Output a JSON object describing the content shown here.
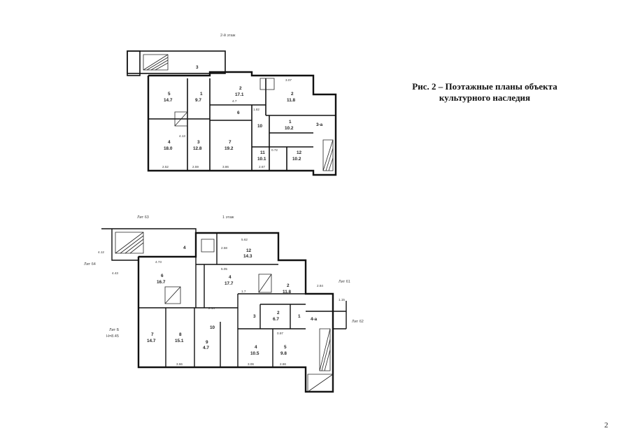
{
  "caption": {
    "line1": "Рис. 2 – Поэтажные планы объекта",
    "line2": "культурного наследия"
  },
  "page_number": "2",
  "plan_upper": {
    "floor_title": "2-й этаж",
    "rooms": [
      {
        "id": "room-3-label",
        "text": "3"
      },
      {
        "id": "room-5-num",
        "text": "5"
      },
      {
        "id": "room-5-area",
        "text": "14.7"
      },
      {
        "id": "room-1-num",
        "text": "1"
      },
      {
        "id": "room-1-area",
        "text": "9.7"
      },
      {
        "id": "room-2-num",
        "text": "2"
      },
      {
        "id": "room-2-area",
        "text": "17.1"
      },
      {
        "id": "room-6-num",
        "text": "6"
      },
      {
        "id": "room-2r-num",
        "text": "2"
      },
      {
        "id": "room-2r-area",
        "text": "11.8"
      },
      {
        "id": "room-1r-num",
        "text": "1"
      },
      {
        "id": "room-1r-area",
        "text": "10.2"
      },
      {
        "id": "room-3a",
        "text": "3-а"
      },
      {
        "id": "room-10-num",
        "text": "10"
      },
      {
        "id": "room-4-num",
        "text": "4"
      },
      {
        "id": "room-4-area",
        "text": "18.0"
      },
      {
        "id": "room-3b-num",
        "text": "3"
      },
      {
        "id": "room-3b-area",
        "text": "12.8"
      },
      {
        "id": "room-7-num",
        "text": "7"
      },
      {
        "id": "room-7-area",
        "text": "19.2"
      },
      {
        "id": "room-11-num",
        "text": "11"
      },
      {
        "id": "room-11-area",
        "text": "10.1"
      },
      {
        "id": "room-12-num",
        "text": "12"
      },
      {
        "id": "room-12-area",
        "text": "10.2"
      }
    ],
    "dims": [
      {
        "id": "d1",
        "text": "2.52"
      },
      {
        "id": "d2",
        "text": "2.59"
      },
      {
        "id": "d3",
        "text": "3.86"
      },
      {
        "id": "d4",
        "text": "2.67"
      },
      {
        "id": "d5",
        "text": "3.07"
      },
      {
        "id": "d6",
        "text": "1.82"
      },
      {
        "id": "d7",
        "text": "0.72"
      },
      {
        "id": "d8",
        "text": "4.7"
      },
      {
        "id": "d9",
        "text": "4.13"
      }
    ]
  },
  "plan_lower": {
    "floor_title": "1 этаж",
    "lit_labels": {
      "lit63": "Лит 63",
      "lit64": "Лит 64",
      "lit61": "Лит 61",
      "lit62": "Лит 62",
      "litB": "Лит Б",
      "height": "Н=8.45"
    },
    "rooms": [
      {
        "id": "room-4-label",
        "text": "4"
      },
      {
        "id": "room-12-num",
        "text": "12"
      },
      {
        "id": "room-12-area",
        "text": "14.3"
      },
      {
        "id": "room-6-num",
        "text": "6"
      },
      {
        "id": "room-6-area",
        "text": "16.7"
      },
      {
        "id": "room-4b-num",
        "text": "4"
      },
      {
        "id": "room-4b-area",
        "text": "17.7"
      },
      {
        "id": "room-2-num",
        "text": "2"
      },
      {
        "id": "room-2-area",
        "text": "11.8"
      },
      {
        "id": "room-3-num",
        "text": "3"
      },
      {
        "id": "room-2s-num",
        "text": "2"
      },
      {
        "id": "room-2s-area",
        "text": "6.7"
      },
      {
        "id": "room-1-num",
        "text": "1"
      },
      {
        "id": "room-4a",
        "text": "4-а"
      },
      {
        "id": "room-7-num",
        "text": "7"
      },
      {
        "id": "room-7-area",
        "text": "14.7"
      },
      {
        "id": "room-8-num",
        "text": "8"
      },
      {
        "id": "room-8-area",
        "text": "15.1"
      },
      {
        "id": "room-9-num",
        "text": "9"
      },
      {
        "id": "room-9-area",
        "text": "4.7"
      },
      {
        "id": "room-10-num",
        "text": "10"
      },
      {
        "id": "room-4c-num",
        "text": "4"
      },
      {
        "id": "room-4c-area",
        "text": "10.5"
      },
      {
        "id": "room-5-num",
        "text": "5"
      },
      {
        "id": "room-5-area",
        "text": "9.8"
      }
    ],
    "dims": [
      {
        "id": "d1",
        "text": "4.12"
      },
      {
        "id": "d2",
        "text": "4.43"
      },
      {
        "id": "d3",
        "text": "5.62"
      },
      {
        "id": "d4",
        "text": "2.58"
      },
      {
        "id": "d5",
        "text": "5.05"
      },
      {
        "id": "d6",
        "text": "4.73"
      },
      {
        "id": "d7",
        "text": "2.14"
      },
      {
        "id": "d8",
        "text": "1.7"
      },
      {
        "id": "d9",
        "text": "2.84"
      },
      {
        "id": "d10",
        "text": "1.15"
      },
      {
        "id": "d11",
        "text": "0.97"
      },
      {
        "id": "d12",
        "text": "3.06"
      },
      {
        "id": "d13",
        "text": "2.66"
      },
      {
        "id": "d14",
        "text": "3.66"
      }
    ]
  }
}
